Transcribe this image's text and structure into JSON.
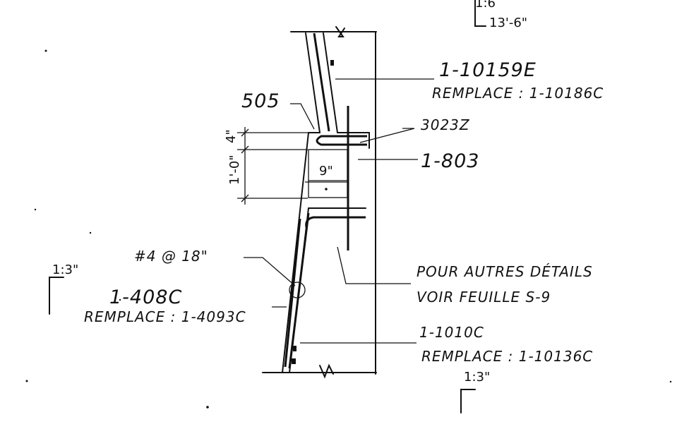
{
  "labels": {
    "top_section_dim": "13'-6\"",
    "top_section_mark": "1:6",
    "bar_top_id": "1-10159E",
    "bar_top_replace": "REMPLACE : 1-10186C",
    "stirrup_505": "505",
    "bar_3023z": "3023Z",
    "bar_1_803": "1-803",
    "dim_4in": "4\"",
    "dim_9in": "9\"",
    "dim_1ft": "1'-0\"",
    "bar_4_at_18": "#4 @ 18\"",
    "bar_left_id": "1-408C",
    "bar_left_replace": "REMPLACE : 1-4093C",
    "left_section_mark": "1:3\"",
    "bar_bottom_id": "1-1010C",
    "bar_bottom_replace": "REMPLACE : 1-10136C",
    "bottom_section_mark": "1:3\"",
    "details_line1": "POUR AUTRES DÉTAILS",
    "details_line2": "VOIR FEUILLE S-9"
  }
}
